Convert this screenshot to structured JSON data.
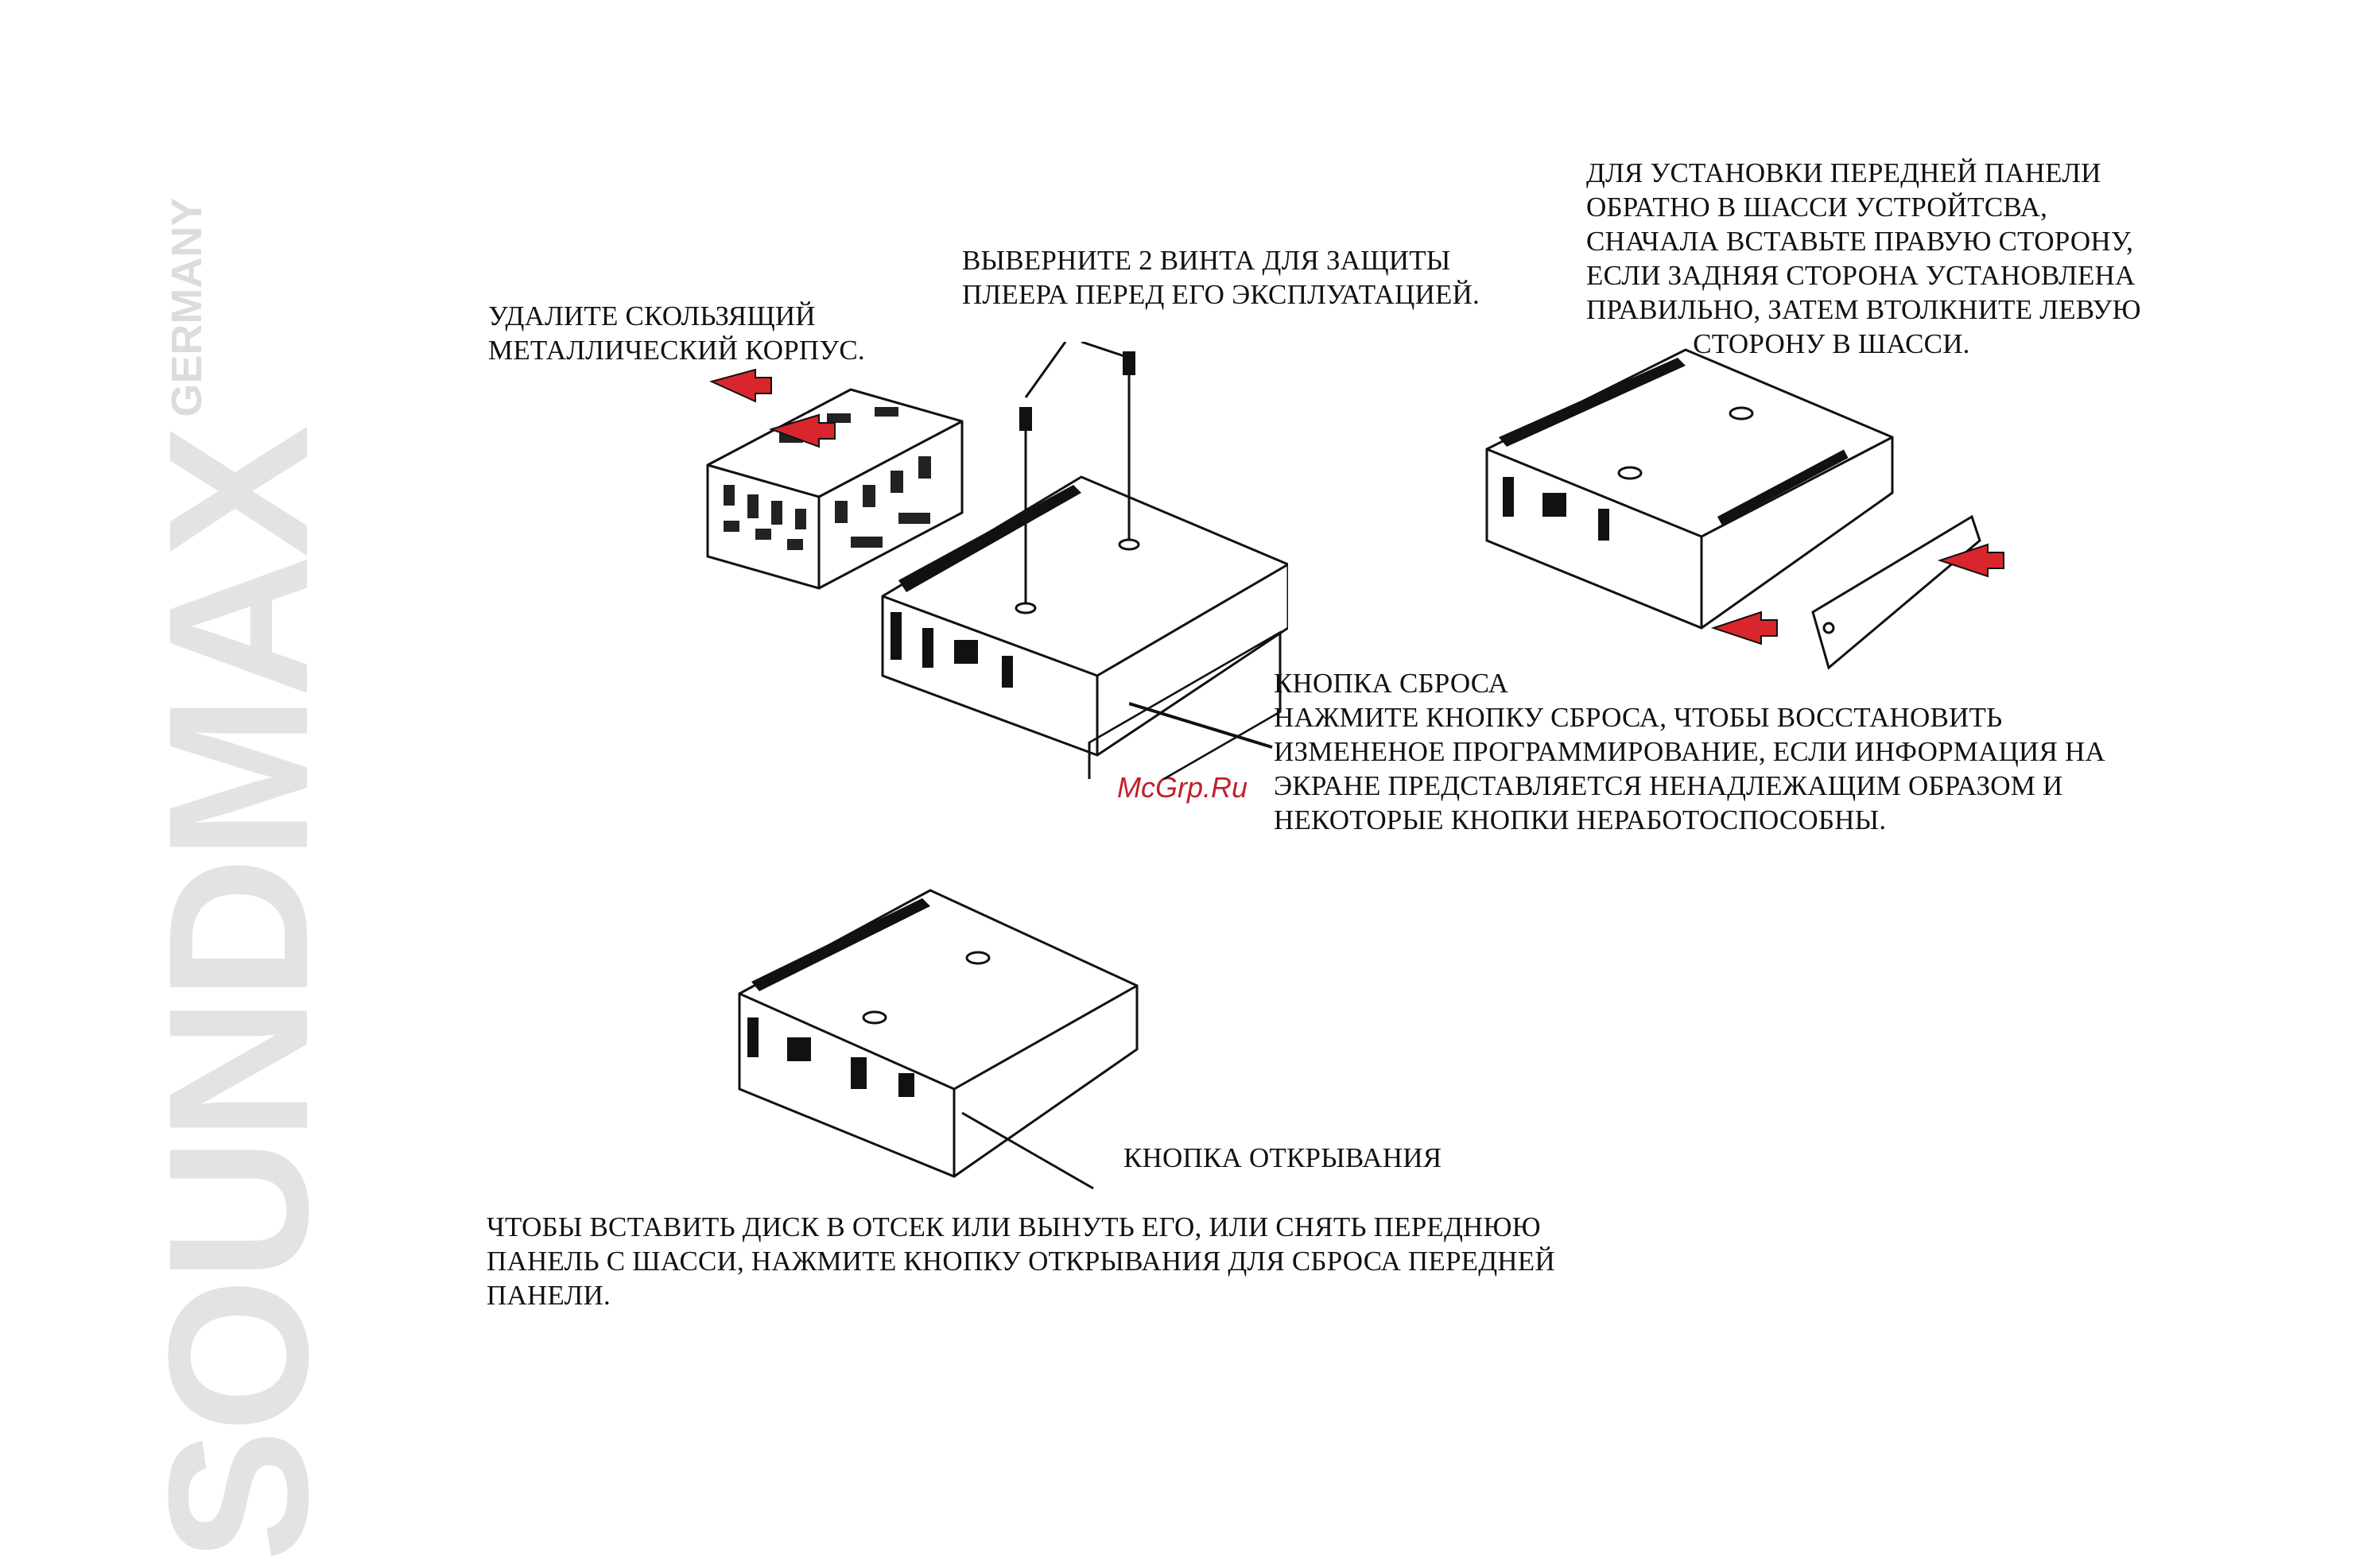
{
  "brand": {
    "name": "SOUNDMAX",
    "sub": "GERMANY"
  },
  "text": {
    "remove_case": "УДАЛИТЕ СКОЛЬЗЯЩИЙ\nМЕТАЛЛИЧЕСКИЙ КОРПУС.",
    "screws": "ВЫВЕРНИТЕ 2 ВИНТА ДЛЯ ЗАЩИТЫ\nПЛЕЕРА ПЕРЕД ЕГО ЭКСПЛУАТАЦИЕЙ.",
    "install_panel": "ДЛЯ УСТАНОВКИ ПЕРЕДНЕЙ ПАНЕЛИ\nОБРАТНО В ШАССИ УСТРОЙТСВА,\nСНАЧАЛА ВСТАВЬТЕ ПРАВУЮ СТОРОНУ,\nЕСЛИ ЗАДНЯЯ СТОРОНА УСТАНОВЛЕНА\nПРАВИЛЬНО, ЗАТЕМ ВТОЛКНИТЕ ЛЕВУЮ\n               СТОРОНУ В ШАССИ.",
    "reset_button": "КНОПКА СБРОСА\nНАЖМИТЕ КНОПКУ СБРОСА, ЧТОБЫ ВОССТАНОВИТЬ\nИЗМЕНЕНОЕ ПРОГРАММИРОВАНИЕ, ЕСЛИ ИНФОРМАЦИЯ НА\nЭКРАНЕ ПРЕДСТАВЛЯЕТСЯ НЕНАДЛЕЖАЩИМ ОБРАЗОМ И\nНЕКОТОРЫЕ КНОПКИ НЕРАБОТОСПОСОБНЫ.",
    "open_button": "КНОПКА ОТКРЫВАНИЯ",
    "insert_disc": "ЧТОБЫ ВСТАВИТЬ ДИСК В ОТСЕК ИЛИ ВЫНУТЬ ЕГО, ИЛИ СНЯТЬ ПЕРЕДНЮЮ\nПАНЕЛЬ С ШАССИ, НАЖМИТЕ КНОПКУ ОТКРЫВАНИЯ ДЛЯ СБРОСА ПЕРЕДНЕЙ\nПАНЕЛИ."
  },
  "watermark": "McGrp.Ru",
  "colors": {
    "arrow": "#d9262c",
    "line": "#111111",
    "brand": "#e3e3e3"
  }
}
